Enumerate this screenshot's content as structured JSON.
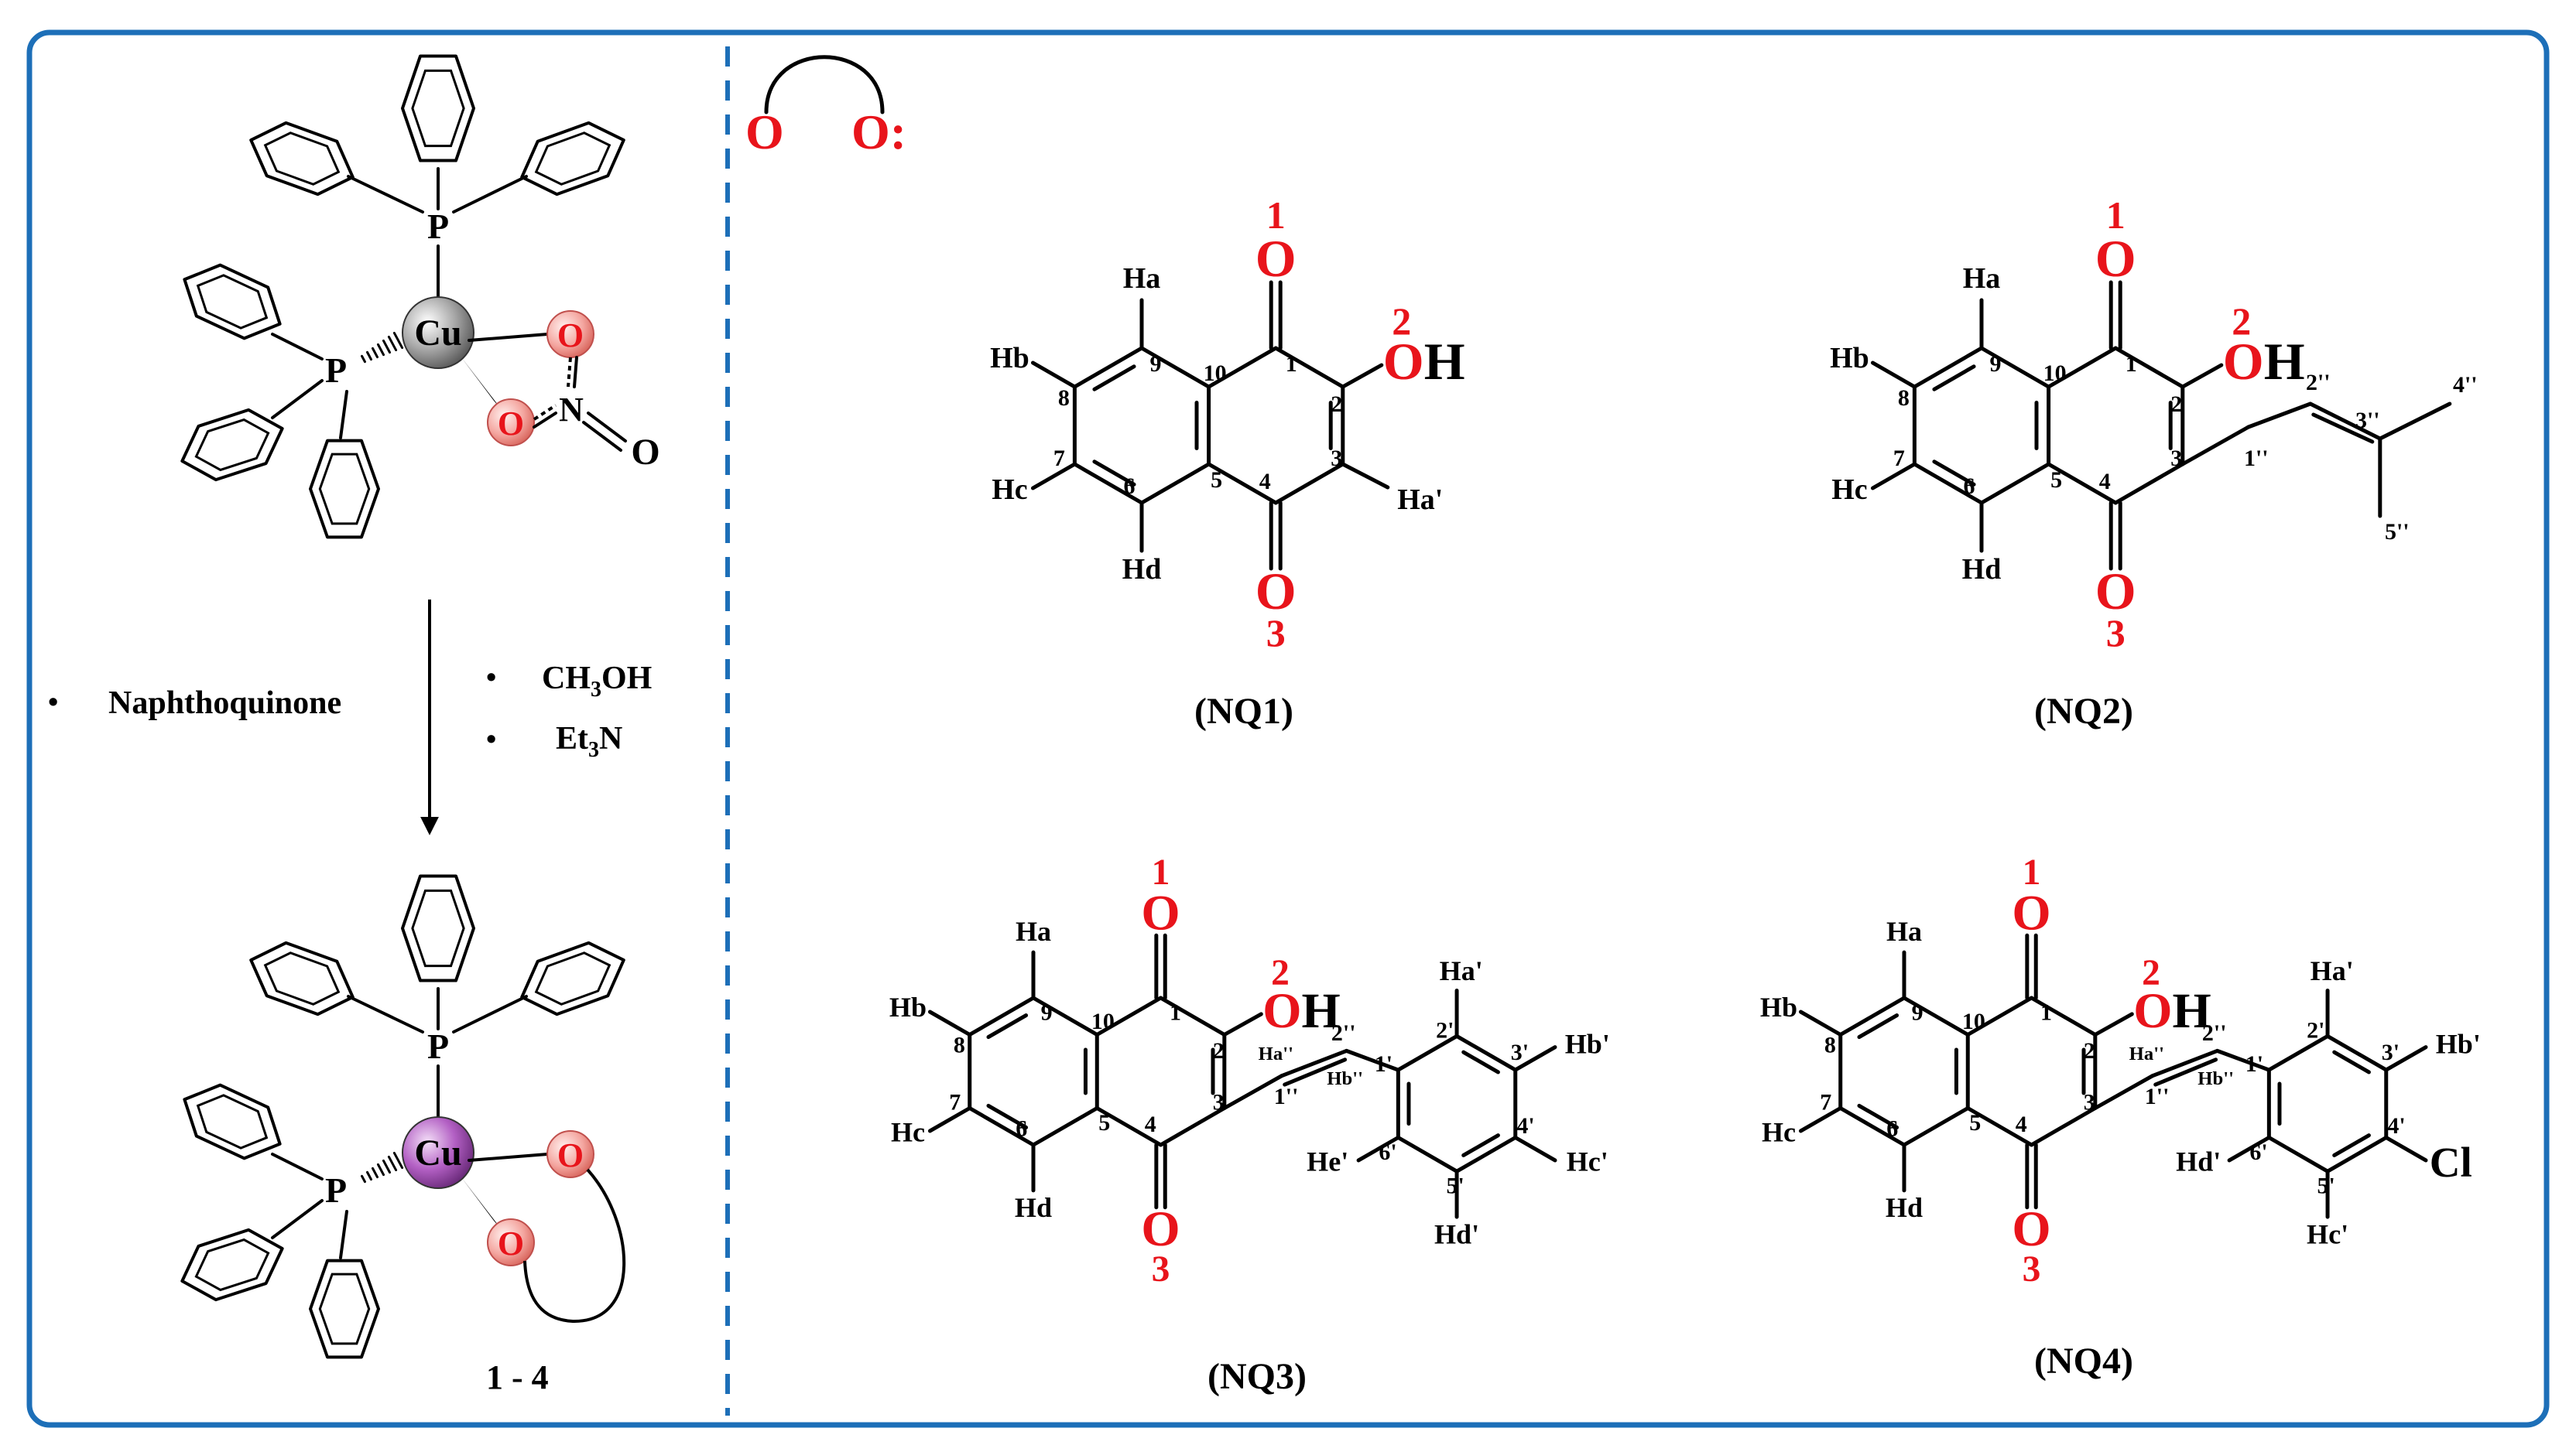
{
  "colors": {
    "frame": "#1d6fb8",
    "red_label": "#e8141b",
    "cu_top": "#9a9a9a",
    "cu_bottom": "#b360c4",
    "o_ball": "#f4a6a0"
  },
  "ligand_legend": {
    "o_left": "O",
    "o_right": "O:"
  },
  "left_panel": {
    "complex_top": {
      "metal": "Cu",
      "p1": "P",
      "p2": "P",
      "o1": "O",
      "o2": "O",
      "n": "N",
      "o3": "O",
      "icon": "copper-phosphine-nitrate-complex"
    },
    "reaction": {
      "left_reagents": [
        "Naphthoquinone"
      ],
      "right_reagents": [
        "CH3OH",
        "Et3N"
      ],
      "bullet": "•"
    },
    "complex_bottom": {
      "metal": "Cu",
      "p1": "P",
      "p2": "P",
      "o1": "O",
      "o2": "O",
      "label": "1 - 4"
    }
  },
  "structures": [
    {
      "id": "nq1",
      "label": "(NQ1)"
    },
    {
      "id": "nq2",
      "label": "(NQ2)"
    },
    {
      "id": "nq3",
      "label": "(NQ3)"
    },
    {
      "id": "nq4",
      "label": "(NQ4)"
    }
  ],
  "atom_labels": {
    "o1_num": "1",
    "o2_num": "2",
    "o3_num": "3",
    "O": "O",
    "OH": "OH",
    "Ha": "Ha",
    "Hb": "Hb",
    "Hc": "Hc",
    "Hd": "Hd",
    "Ha_prime": "Ha'",
    "ring_nums": [
      "1",
      "2",
      "3",
      "4",
      "5",
      "6",
      "7",
      "8",
      "9",
      "10"
    ],
    "prenyl": [
      "1''",
      "2''",
      "3''",
      "4''",
      "5''"
    ],
    "styryl": {
      "Ha2": "Ha''",
      "Hb2": "Hb''",
      "c1": "1''",
      "c2": "2''",
      "ph": [
        "1'",
        "2'",
        "3'",
        "4'",
        "5'",
        "6'"
      ],
      "Ha_p": "Ha'",
      "Hb_p": "Hb'",
      "Hc_p": "Hc'",
      "Hd_p": "Hd'",
      "He_p": "He'",
      "Cl": "Cl"
    }
  }
}
